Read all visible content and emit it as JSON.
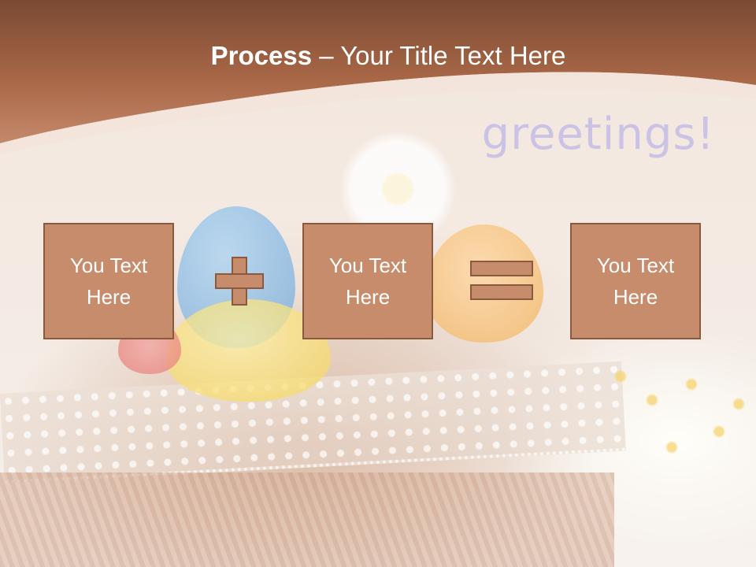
{
  "slide": {
    "title_strong": "Process",
    "title_rest": " – Your Title Text Here",
    "background_text": "greetings!"
  },
  "process": {
    "boxes": [
      {
        "text": "You Text Here"
      },
      {
        "text": "You Text Here"
      },
      {
        "text": "You Text Here"
      }
    ],
    "operators": [
      "plus",
      "equals"
    ]
  },
  "colors": {
    "header_brown": "#b0714f",
    "box_fill": "#c78c6c",
    "box_border": "#8a5a3f",
    "title_text": "#ffffff",
    "background_text": "#cbc3e6"
  }
}
